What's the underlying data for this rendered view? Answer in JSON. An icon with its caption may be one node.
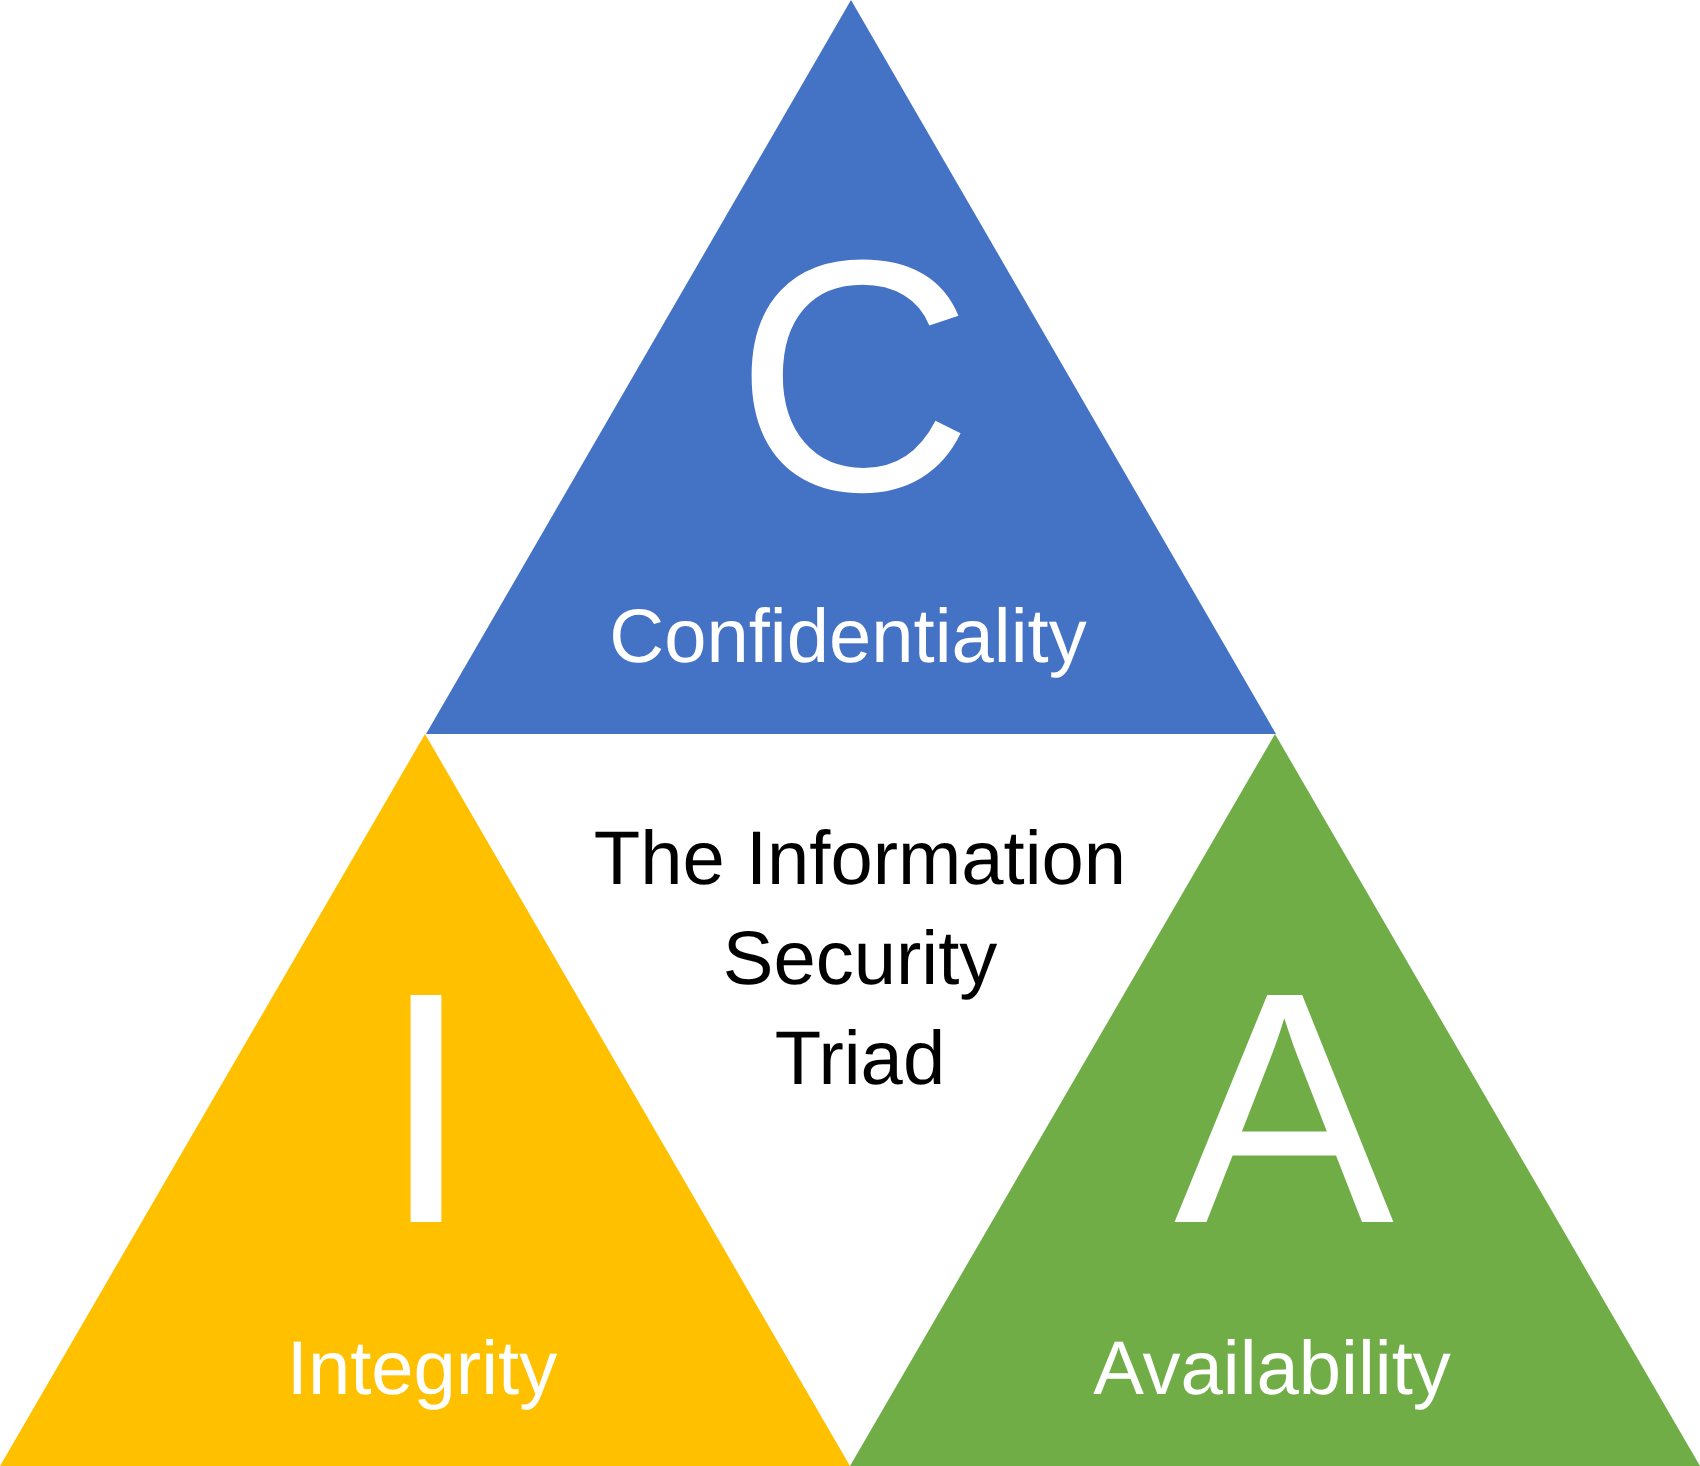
{
  "diagram": {
    "nodes": [
      {
        "text": [
          "C",
          "Confidentiality"
        ]
      },
      {
        "text": [
          "I",
          "Integrity"
        ]
      },
      {
        "text": [
          "A",
          "Availability"
        ]
      }
    ],
    "labels": [
      "The Information Security Triad"
    ]
  }
}
